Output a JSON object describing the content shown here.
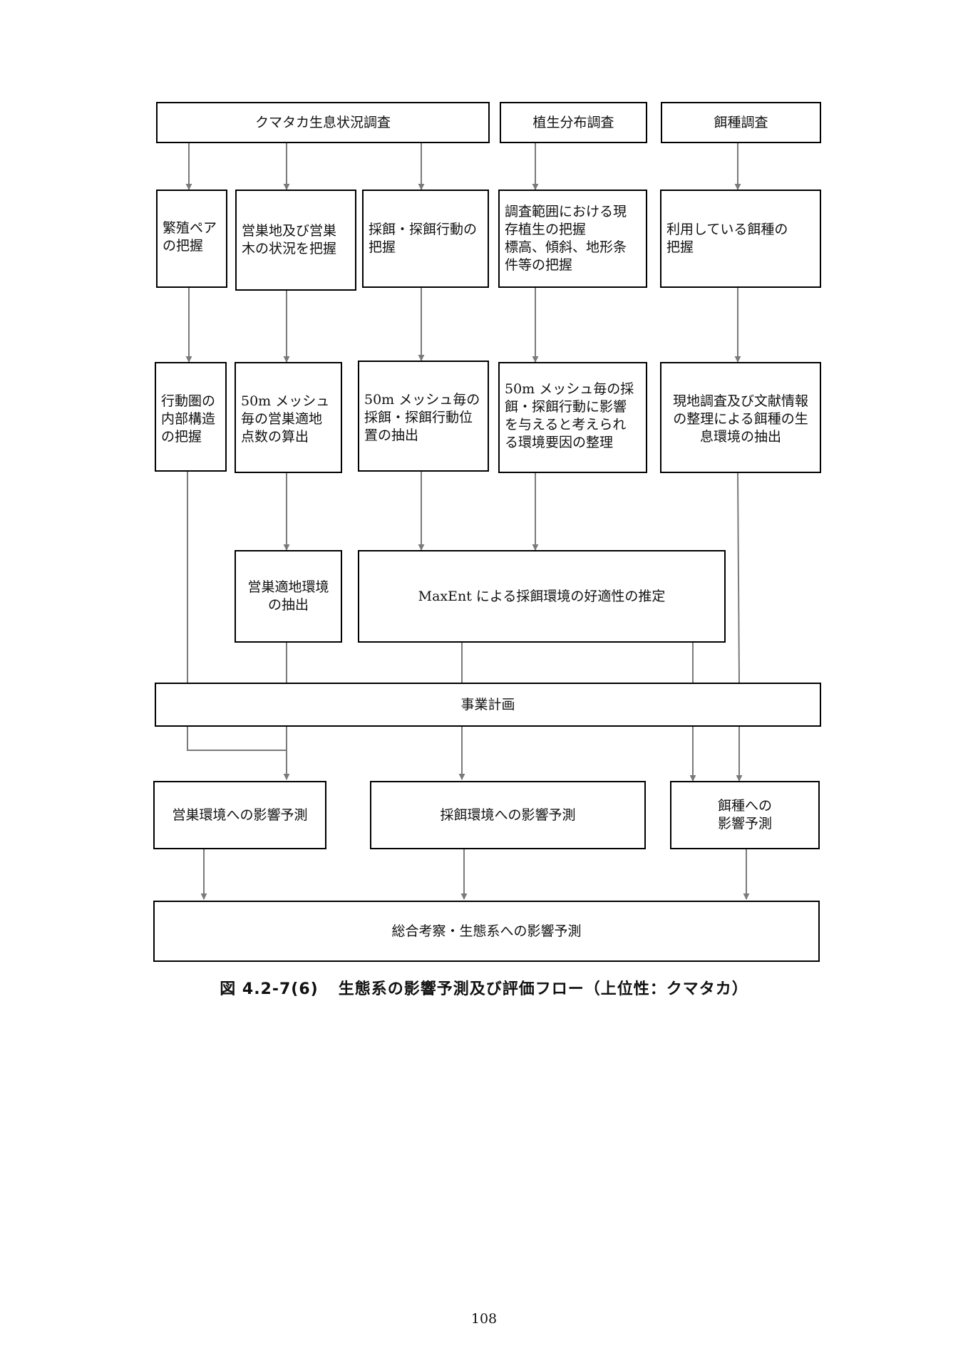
{
  "row1": {
    "survey_kumataka": "クマタカ生息状況調査",
    "survey_vegetation": "植生分布調査",
    "survey_prey": "餌種調査"
  },
  "row2": {
    "breeding_pair": "繁殖ペア\nの把握",
    "nest_site": "営巣地及び営巣\n木の状況を把握",
    "foraging": "採餌・探餌行動の\n把握",
    "vegetation": "調査範囲における現\n存植生の把握\n標高、傾斜、地形条\n件等の把握",
    "prey_species": "利用している餌種の\n把握"
  },
  "row3": {
    "home_range": "行動圏の\n内部構造\nの把握",
    "mesh_nest": "50m メッシュ\n毎の営巣適地\n点数の算出",
    "mesh_forage": "50m メッシュ毎の\n採餌・探餌行動位\n置の抽出",
    "mesh_env": "50m メッシュ毎の採\n餌・探餌行動に影響\nを与えると考えられ\nる環境要因の整理",
    "prey_habitat": "現地調査及び文献情報\nの整理による餌種の生\n息環境の抽出"
  },
  "row4": {
    "nest_env": "営巣適地環境\nの抽出",
    "maxent": "MaxEnt による採餌環境の好適性の推定"
  },
  "project_plan": "事業計画",
  "row5": {
    "nest_impact": "営巣環境への影響予測",
    "forage_impact": "採餌環境への影響予測",
    "prey_impact": "餌種への\n影響予測"
  },
  "overall": "総合考察・生態系への影響予測",
  "caption": {
    "number": "図 4.2-7(6)",
    "title": "生態系の影響予測及び評価フロー（上位性：クマタカ）"
  },
  "page_number": "108"
}
